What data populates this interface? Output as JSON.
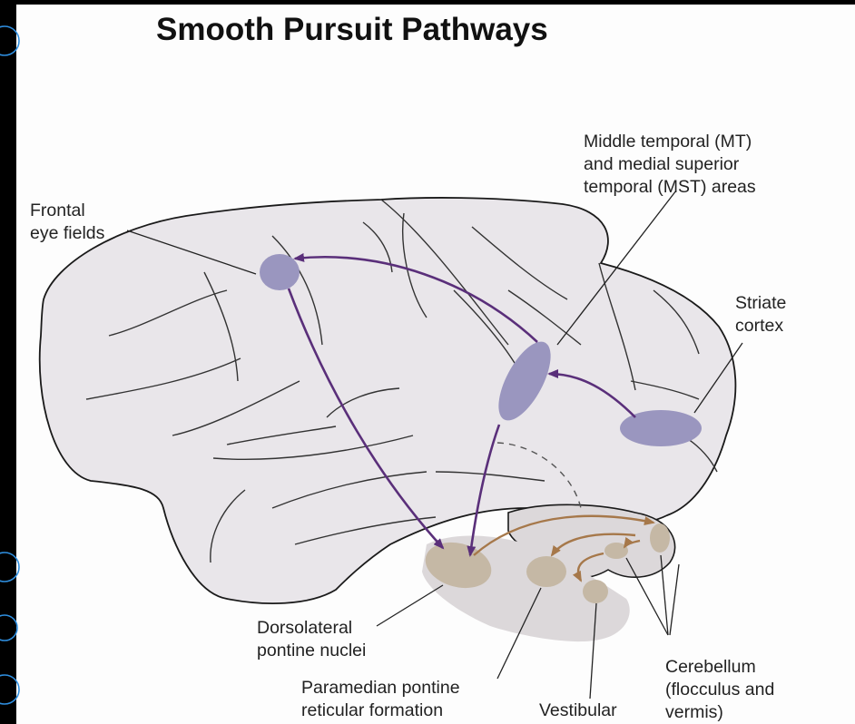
{
  "title": "Smooth Pursuit Pathways",
  "labels": {
    "mt_mst": [
      "Middle temporal (MT)",
      "and medial superior",
      "temporal (MST) areas"
    ],
    "fef": [
      "Frontal",
      "eye fields"
    ],
    "striate": [
      "Striate",
      "cortex"
    ],
    "dlpn": [
      "Dorsolateral",
      "pontine nuclei"
    ],
    "pprf": [
      "Paramedian pontine",
      "reticular formation"
    ],
    "vestibular": "Vestibular",
    "cerebellum": [
      "Cerebellum",
      "(flocculus and",
      "vermis)"
    ]
  },
  "colors": {
    "cortex_fill": "#e9e6ea",
    "cortical_area": "#9a96bf",
    "cortical_pathway": "#5a2f7a",
    "brainstem_area": "#c5b8a5",
    "brainstem_pathway": "#a6784a",
    "decorative_ring": "#2f8fe0"
  }
}
